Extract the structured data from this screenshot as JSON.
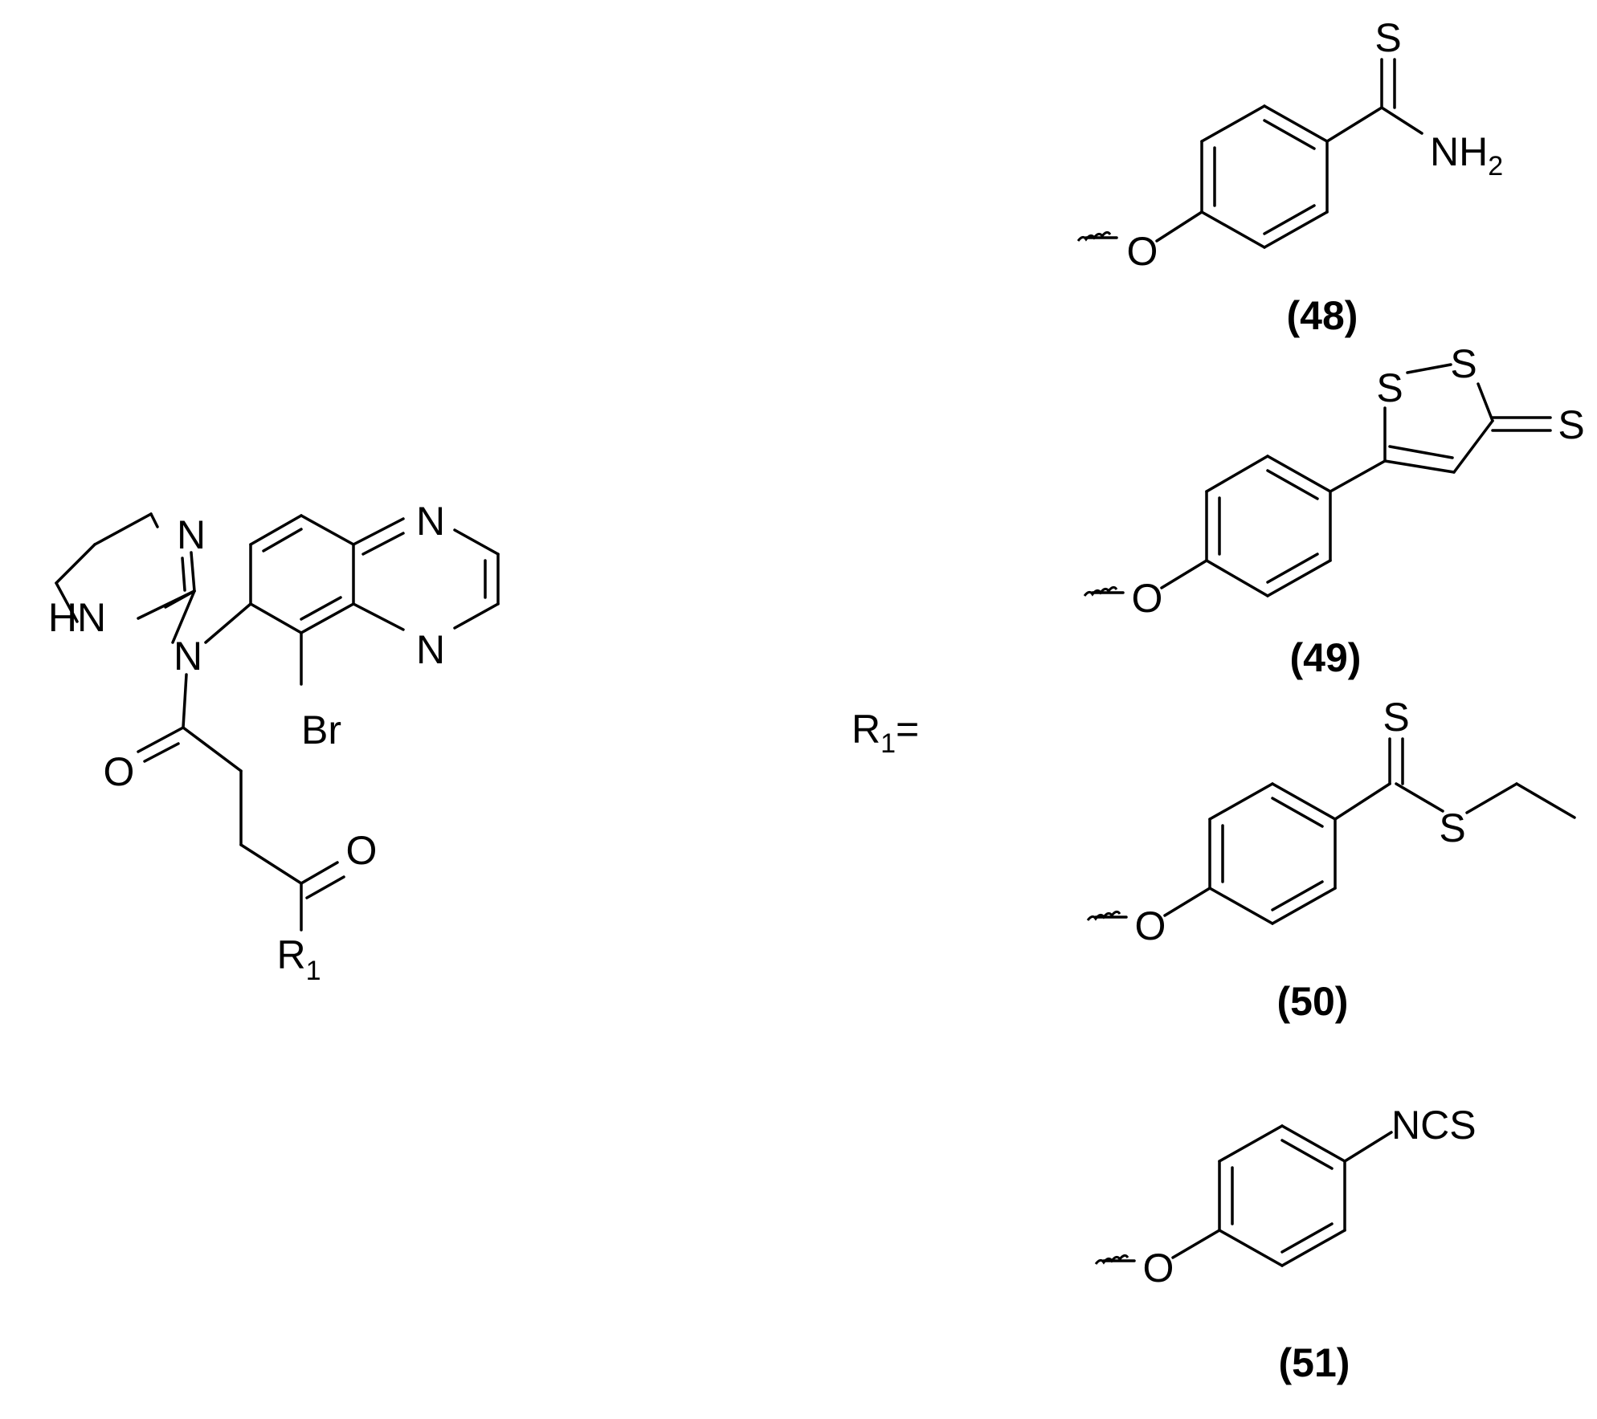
{
  "main_structure": {
    "atoms": {
      "imidazoline_nh": "HN",
      "imidazoline_n": "N",
      "amide_n": "N",
      "quinoxaline_n_top": "N",
      "quinoxaline_n_bottom": "N",
      "bromine": "Br",
      "amide_oxygen": "O",
      "ketone_oxygen": "O",
      "r_group": "R",
      "r_group_subscript": "1"
    }
  },
  "r_definition": {
    "symbol": "R",
    "subscript": "1",
    "equals": "="
  },
  "substituents": [
    {
      "id": "(48)",
      "atoms": {
        "oxygen": "O",
        "sulfur": "S",
        "amine": "NH",
        "amine_subscript": "2"
      }
    },
    {
      "id": "(49)",
      "atoms": {
        "oxygen": "O",
        "ring_sulfur_1": "S",
        "ring_sulfur_2": "S",
        "thione_sulfur": "S"
      }
    },
    {
      "id": "(50)",
      "atoms": {
        "oxygen": "O",
        "thione_sulfur": "S",
        "thioester_sulfur": "S"
      }
    },
    {
      "id": "(51)",
      "atoms": {
        "oxygen": "O",
        "isothiocyanate": "NCS"
      }
    }
  ]
}
